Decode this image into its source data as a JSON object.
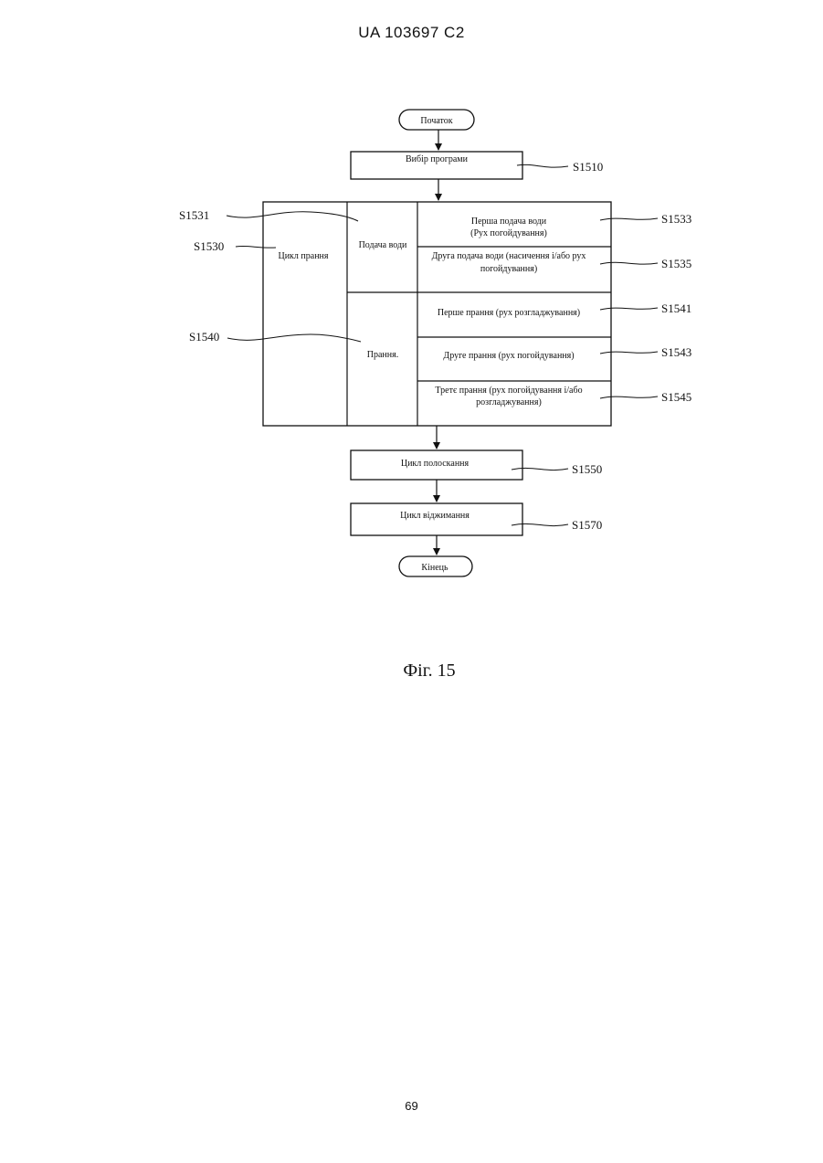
{
  "header": {
    "text": "UA   103697   C2"
  },
  "figure_caption": "Фіг. 15",
  "page_number": "69",
  "flowchart": {
    "start": "Початок",
    "select_program": {
      "label": "Вибір програми",
      "ref": "S1510"
    },
    "wash_cycle": {
      "label": "Цикл прання",
      "ref": "S1530"
    },
    "water_supply": {
      "label": "Подача води",
      "ref": "S1531"
    },
    "first_water_supply": {
      "line1": "Перша подача води",
      "line2": "(Рух погойдування)",
      "ref": "S1533"
    },
    "second_water_supply": {
      "line1": "Друга подача води (насичення і/або рух",
      "line2": "погойдування)",
      "ref": "S1535"
    },
    "washing": {
      "label": "Прання.",
      "ref": "S1540"
    },
    "first_wash": {
      "label": "Перше прання (рух розгладжування)",
      "ref": "S1541"
    },
    "second_wash": {
      "label": "Друге прання (рух погойдування)",
      "ref": "S1543"
    },
    "third_wash": {
      "line1": "Третє прання (рух погойдування і/або",
      "line2": "розгладжування)",
      "ref": "S1545"
    },
    "rinse_cycle": {
      "label": "Цикл полоскання",
      "ref": "S1550"
    },
    "spin_cycle": {
      "label": "Цикл віджимання",
      "ref": "S1570"
    },
    "end": "Кінець"
  }
}
